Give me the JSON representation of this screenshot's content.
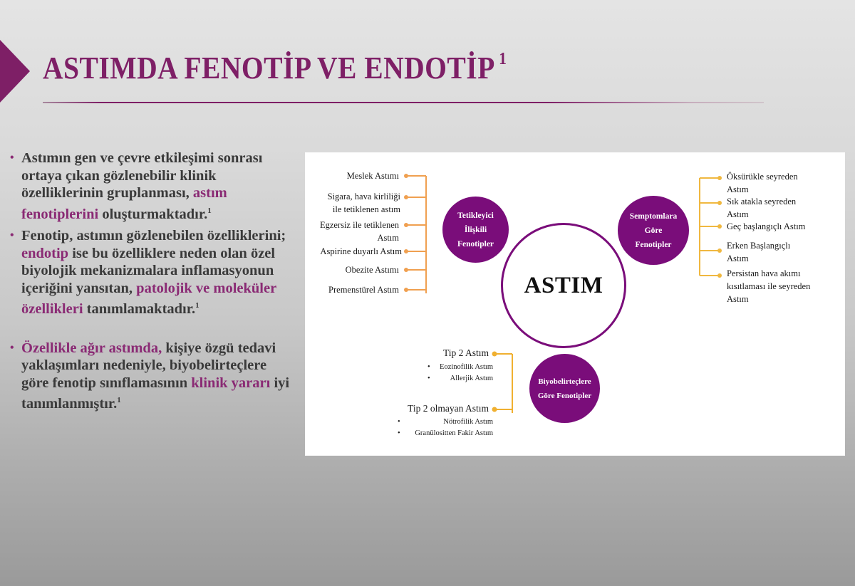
{
  "slide": {
    "title": "ASTIMDA FENOTİP VE ENDOTİP",
    "title_ref": "1",
    "colors": {
      "accent": "#7e1f66",
      "highlight_text": "#8a2a74",
      "body_text": "#3a3a3a",
      "circle_fill": "#7a0d7a",
      "connector_left": "#f0a050",
      "connector_right": "#f0b840",
      "connector_bottom": "#f0b030"
    }
  },
  "bullets": [
    {
      "parts": [
        {
          "text": "Astımın gen ve çevre etkileşimi sonrası ortaya çıkan gözlenebilir klinik özelliklerinin gruplanması, ",
          "highlight": false
        },
        {
          "text": "astım fenotiplerini",
          "highlight": true
        },
        {
          "text": " oluşturmaktadır.",
          "highlight": false
        }
      ],
      "ref": "1"
    },
    {
      "parts": [
        {
          "text": "Fenotip, astımın gözlenebilen özelliklerini; ",
          "highlight": false
        },
        {
          "text": "endotip",
          "highlight": true
        },
        {
          "text": " ise bu özelliklere neden olan özel biyolojik mekanizmalara inflamasyonun içeriğini yansıtan, ",
          "highlight": false
        },
        {
          "text": "patolojik ve moleküler özellikleri",
          "highlight": true
        },
        {
          "text": " tanımlamaktadır.",
          "highlight": false
        }
      ],
      "ref": "1"
    },
    {
      "parts": [
        {
          "text": "Özellikle ağır astımda,",
          "highlight": true
        },
        {
          "text": " kişiye özgü tedavi yaklaşımları nedeniyle, biyobelirteçlere göre fenotip sınıflamasının ",
          "highlight": false
        },
        {
          "text": "klinik yararı",
          "highlight": true
        },
        {
          "text": " iyi tanımlanmıştır.",
          "highlight": false
        }
      ],
      "ref": "1"
    }
  ],
  "diagram": {
    "center": {
      "label": "ASTIM"
    },
    "trigger_group": {
      "circle_lines": [
        "Tetikleyici",
        "İlişkili",
        "Fenotipler"
      ],
      "items": [
        {
          "lines": [
            "Meslek Astımı"
          ]
        },
        {
          "lines": [
            "Sigara, hava kirliliği",
            "ile tetiklenen astım"
          ]
        },
        {
          "lines": [
            "Egzersiz ile tetiklenen",
            "Astım"
          ]
        },
        {
          "lines": [
            "Aspirine duyarlı Astım"
          ]
        },
        {
          "lines": [
            "Obezite Astımı"
          ]
        },
        {
          "lines": [
            "Premenstürel Astım"
          ]
        }
      ]
    },
    "symptom_group": {
      "circle_lines": [
        "Semptomlara",
        "Göre",
        "Fenotipler"
      ],
      "items": [
        {
          "lines": [
            "Öksürükle seyreden",
            "Astım"
          ]
        },
        {
          "lines": [
            "Sık atakla seyreden",
            "Astım"
          ]
        },
        {
          "lines": [
            "Geç başlangıçlı Astım"
          ]
        },
        {
          "lines": [
            "Erken Başlangıçlı",
            "Astım"
          ]
        },
        {
          "lines": [
            "Persistan hava akımı",
            "kısıtlaması ile seyreden",
            "Astım"
          ]
        }
      ]
    },
    "biomarker_group": {
      "circle_lines": [
        "Biyobelirteçlere",
        "Göre Fenotipler"
      ],
      "items": [
        {
          "label": "Tip 2 Astım",
          "subitems": [
            "Eozinofilik Astım",
            "Allerjik Astım"
          ]
        },
        {
          "label": "Tip 2 olmayan Astım",
          "subitems": [
            "Nötrofilik Astım",
            "Granülositten Fakir Astım"
          ]
        }
      ]
    }
  }
}
